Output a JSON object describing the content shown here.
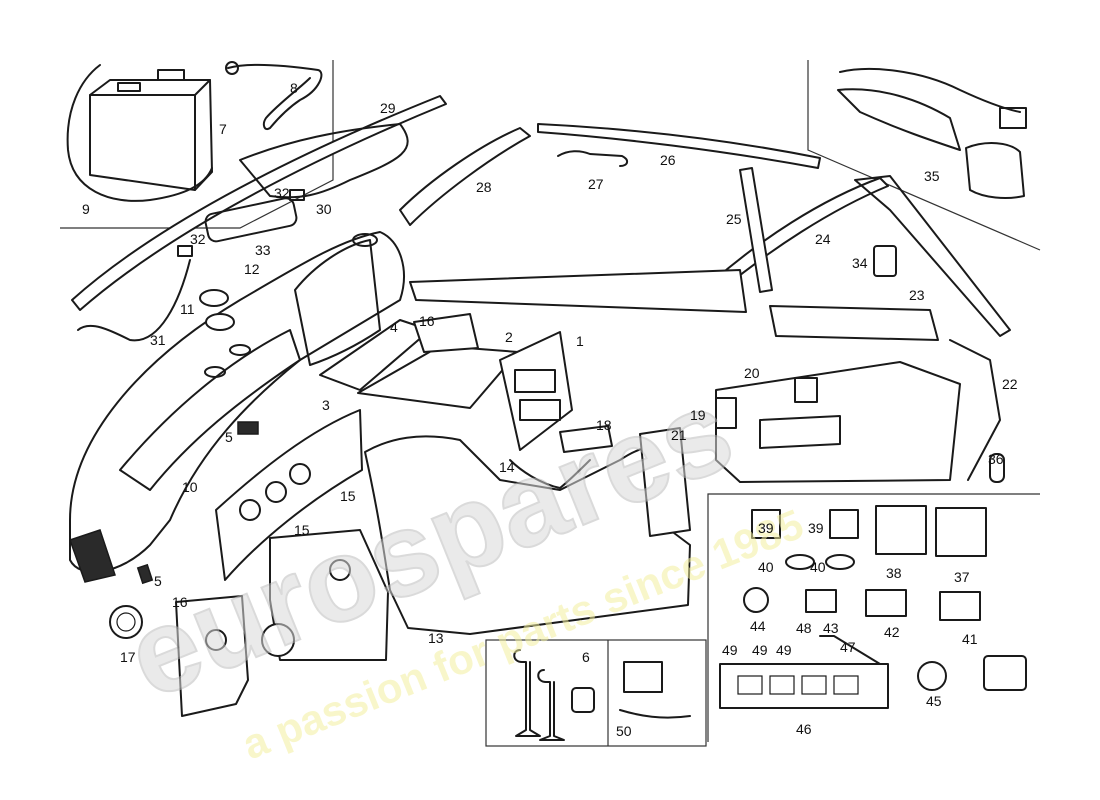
{
  "watermark": {
    "brand": "eurospares",
    "tagline": "a passion for parts since 1985",
    "brand_color": "#d9d9d9",
    "tagline_color": "#f3f0a0"
  },
  "callouts": [
    {
      "id": "c1",
      "text": "1"
    },
    {
      "id": "c2",
      "text": "2"
    },
    {
      "id": "c3",
      "text": "3"
    },
    {
      "id": "c4",
      "text": "4"
    },
    {
      "id": "c5a",
      "text": "5"
    },
    {
      "id": "c5b",
      "text": "5"
    },
    {
      "id": "c6",
      "text": "6"
    },
    {
      "id": "c7",
      "text": "7"
    },
    {
      "id": "c8",
      "text": "8"
    },
    {
      "id": "c9",
      "text": "9"
    },
    {
      "id": "c10",
      "text": "10"
    },
    {
      "id": "c11",
      "text": "11"
    },
    {
      "id": "c12",
      "text": "12"
    },
    {
      "id": "c13",
      "text": "13"
    },
    {
      "id": "c14",
      "text": "14"
    },
    {
      "id": "c15a",
      "text": "15"
    },
    {
      "id": "c15b",
      "text": "15"
    },
    {
      "id": "c16a",
      "text": "16"
    },
    {
      "id": "c16b",
      "text": "16"
    },
    {
      "id": "c17",
      "text": "17"
    },
    {
      "id": "c18",
      "text": "18"
    },
    {
      "id": "c19",
      "text": "19"
    },
    {
      "id": "c20",
      "text": "20"
    },
    {
      "id": "c21",
      "text": "21"
    },
    {
      "id": "c22",
      "text": "22"
    },
    {
      "id": "c23",
      "text": "23"
    },
    {
      "id": "c24",
      "text": "24"
    },
    {
      "id": "c25",
      "text": "25"
    },
    {
      "id": "c26",
      "text": "26"
    },
    {
      "id": "c27",
      "text": "27"
    },
    {
      "id": "c28",
      "text": "28"
    },
    {
      "id": "c29",
      "text": "29"
    },
    {
      "id": "c30",
      "text": "30"
    },
    {
      "id": "c31",
      "text": "31"
    },
    {
      "id": "c32a",
      "text": "32"
    },
    {
      "id": "c32b",
      "text": "32"
    },
    {
      "id": "c33",
      "text": "33"
    },
    {
      "id": "c34",
      "text": "34"
    },
    {
      "id": "c35",
      "text": "35"
    },
    {
      "id": "c36",
      "text": "36"
    },
    {
      "id": "c37",
      "text": "37"
    },
    {
      "id": "c38",
      "text": "38"
    },
    {
      "id": "c39a",
      "text": "39"
    },
    {
      "id": "c39b",
      "text": "39"
    },
    {
      "id": "c40a",
      "text": "40"
    },
    {
      "id": "c40b",
      "text": "40"
    },
    {
      "id": "c41",
      "text": "41"
    },
    {
      "id": "c42",
      "text": "42"
    },
    {
      "id": "c43",
      "text": "43"
    },
    {
      "id": "c44",
      "text": "44"
    },
    {
      "id": "c45",
      "text": "45"
    },
    {
      "id": "c46",
      "text": "46"
    },
    {
      "id": "c47",
      "text": "47"
    },
    {
      "id": "c48",
      "text": "48"
    },
    {
      "id": "c49a",
      "text": "49"
    },
    {
      "id": "c49b",
      "text": "49"
    },
    {
      "id": "c49c",
      "text": "49"
    },
    {
      "id": "c50",
      "text": "50"
    }
  ]
}
